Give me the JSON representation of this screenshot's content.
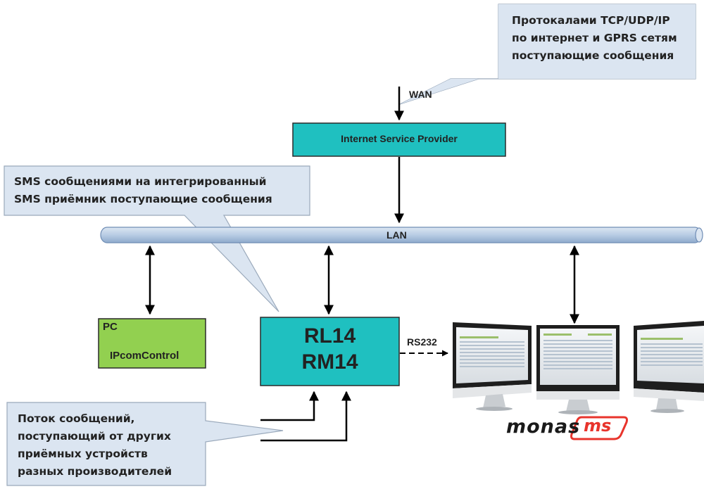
{
  "callouts": {
    "internet": {
      "line1": "Протокалами TCP/UDP/IP",
      "line2": "по интернет и GPRS сетям",
      "line3": "поступающие сообщения"
    },
    "sms": {
      "line1": "SMS сообщениями на интегрированный",
      "line2": "SMS приёмник поступающие сообщения"
    },
    "stream": {
      "line1": "Поток сообщений,",
      "line2": "поступающий от других",
      "line3": "приёмных устройств",
      "line4": "разных производителей"
    }
  },
  "labels": {
    "wan": "WAN",
    "isp": "Internet Service Provider",
    "lan": "LAN",
    "pc_title": "PC",
    "pc_app": "IPcomControl",
    "receiver_line1": "RL14",
    "receiver_line2": "RM14",
    "rs232": "RS232"
  },
  "logo": {
    "name": "monas",
    "badge": "ms"
  },
  "colors": {
    "callout_fill": "#dbe5f1",
    "isp_fill": "#1fc0c0",
    "receiver_fill": "#1fc0c0",
    "pc_fill": "#92d050",
    "lan_fill": "#b8cce4",
    "logo_red": "#e8342c"
  }
}
